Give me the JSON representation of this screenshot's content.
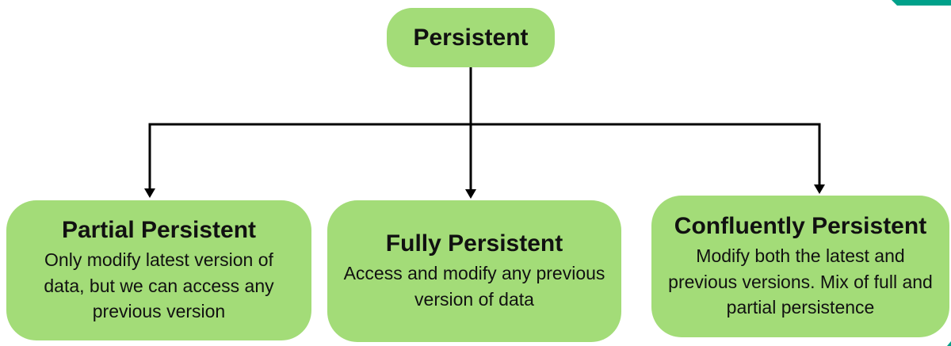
{
  "diagram": {
    "root": {
      "label": "Persistent"
    },
    "children": [
      {
        "title": "Partial Persistent",
        "description": "Only modify latest version of\ndata, but we can access any\nprevious version"
      },
      {
        "title": "Fully Persistent",
        "description": "Access and modify any previous\nversion of data"
      },
      {
        "title": "Confluently Persistent",
        "description": "Modify both the latest and\nprevious versions. Mix of full and\npartial persistence"
      }
    ],
    "colors": {
      "node_fill": "#A3DC78",
      "connector": "#000000",
      "accent_teal": "#00A18A",
      "text": "#111111",
      "background": "#FFFFFF"
    }
  }
}
